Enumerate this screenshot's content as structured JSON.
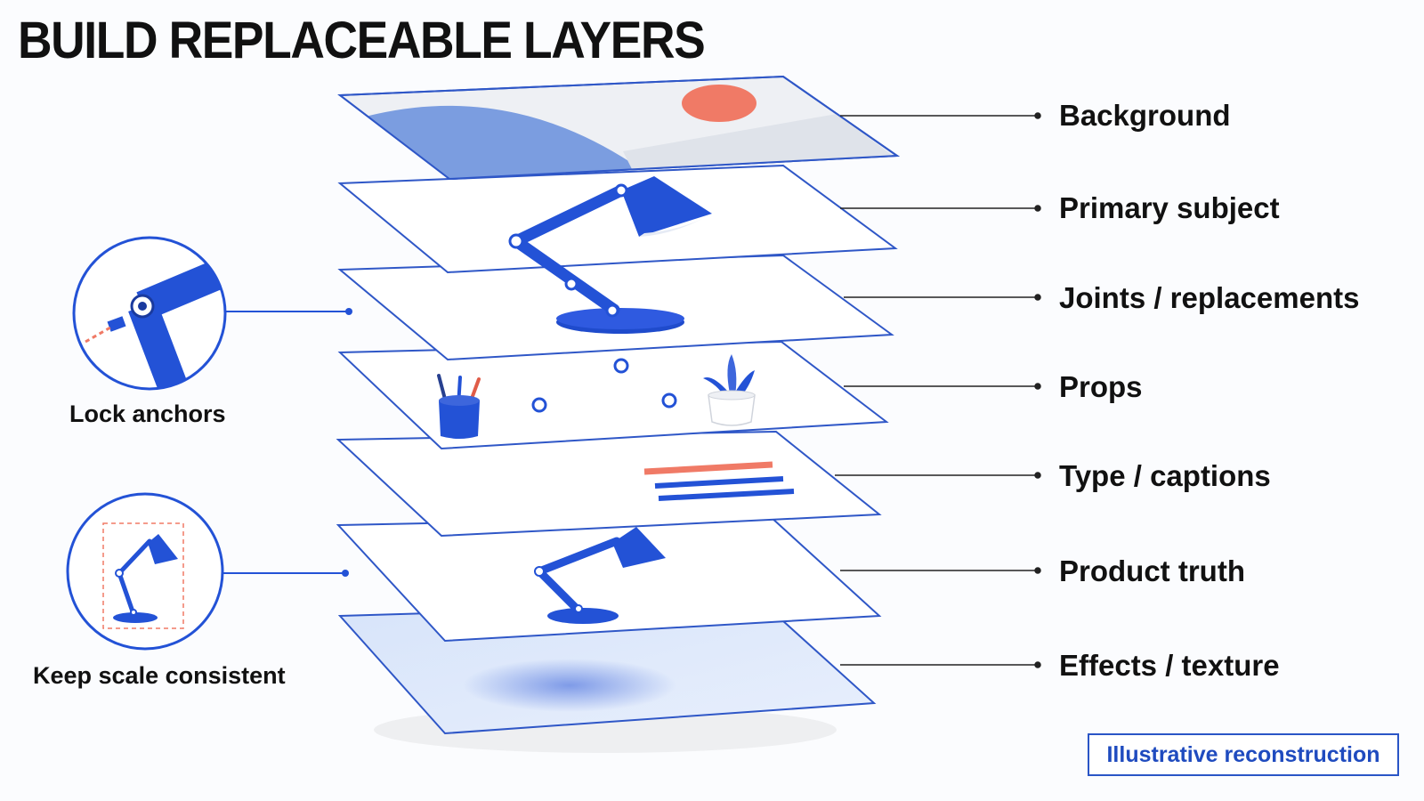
{
  "title": "BUILD REPLACEABLE LAYERS",
  "layers": [
    {
      "label": "Background"
    },
    {
      "label": "Primary subject"
    },
    {
      "label": "Joints / replacements"
    },
    {
      "label": "Props"
    },
    {
      "label": "Type / captions"
    },
    {
      "label": "Product truth"
    },
    {
      "label": "Effects / texture"
    }
  ],
  "callouts": [
    {
      "label": "Lock anchors"
    },
    {
      "label": "Keep scale consistent"
    }
  ],
  "badge": "Illustrative reconstruction",
  "colors": {
    "accent_blue": "#2352d6",
    "light_blue": "#7b9de0",
    "coral": "#f07a66",
    "line": "#222222",
    "plane_border": "#2f57c7"
  }
}
